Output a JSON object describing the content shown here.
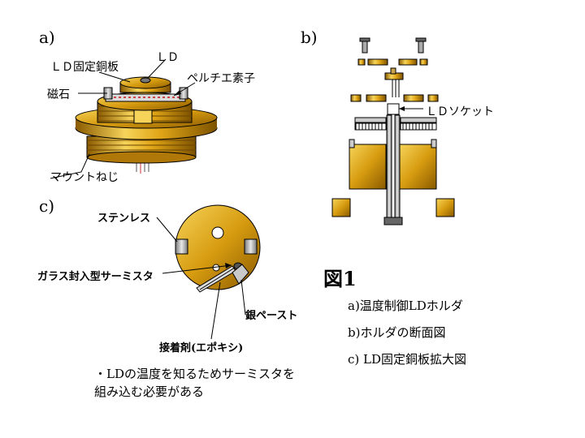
{
  "panels": {
    "a": {
      "label": "a)",
      "callouts": {
        "ld_plate": "ＬＤ固定銅板",
        "ld": "ＬＤ",
        "magnet": "磁石",
        "peltier": "ペルチエ素子",
        "mount_screw": "マウントねじ"
      }
    },
    "b": {
      "label": "b)",
      "callouts": {
        "ld_socket": "ＬＤソケット"
      }
    },
    "c": {
      "label": "c)",
      "callouts": {
        "stainless": "ステンレス",
        "thermistor": "ガラス封入型サーミスタ",
        "silver_paste": "銀ペースト",
        "adhesive": "接着剤(エポキシ)"
      }
    }
  },
  "caption": {
    "title": "図1",
    "items": [
      "a)温度制御LDホルダ",
      "b)ホルダの断面図",
      "c) LD固定銅板拡大図"
    ]
  },
  "note": "・LDの温度を知るためサーミスタを組み込む必要がある",
  "colors": {
    "gold": "#e3a814",
    "gold_dark": "#9a6a05",
    "gold_light": "#f7d860",
    "gray": "#b0b0b0",
    "line": "#000000"
  }
}
